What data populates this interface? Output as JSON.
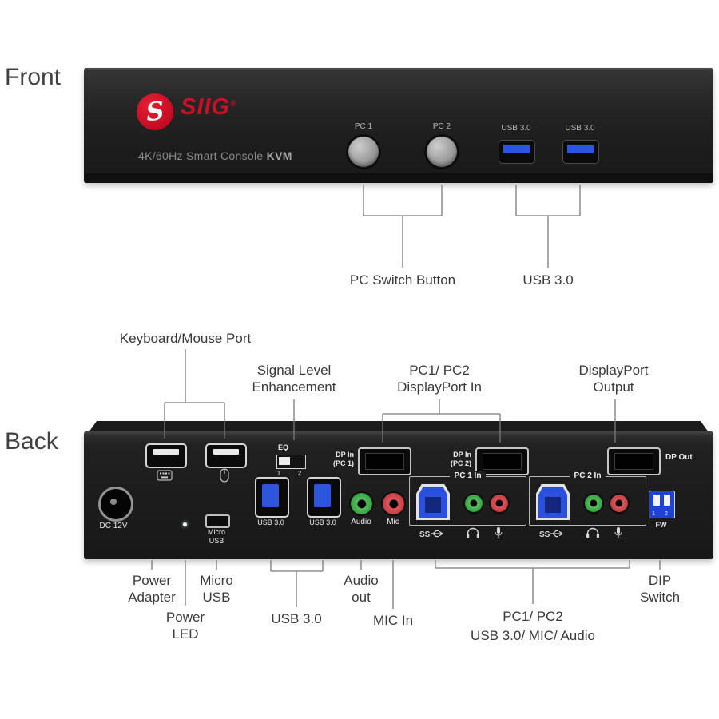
{
  "front": {
    "label": "Front",
    "brand": "SIIG",
    "brand_reg": "®",
    "tagline_text": "4K/60Hz Smart Console ",
    "tagline_bold": "KVM",
    "pc1_label": "PC 1",
    "pc2_label": "PC 2",
    "usb_label_1": "USB 3.0",
    "usb_label_2": "USB 3.0",
    "callout_pc_switch": "PC Switch Button",
    "callout_usb": "USB 3.0"
  },
  "back": {
    "label": "Back",
    "callout_keyboard_mouse": "Keyboard/Mouse Port",
    "callout_signal": "Signal Level\nEnhancement",
    "callout_dp_in": "PC1/ PC2\nDisplayPort In",
    "callout_dp_out": "DisplayPort\nOutput",
    "callout_power_adapter": "Power\nAdapter",
    "callout_micro_usb": "Micro\nUSB",
    "callout_power_led": "Power\nLED",
    "callout_usb30": "USB 3.0",
    "callout_audio_out": "Audio\nout",
    "callout_mic_in": "MIC In",
    "callout_pc_combo": "PC1/ PC2\nUSB 3.0/ MIC/ Audio",
    "callout_dip": "DIP\nSwitch",
    "panel": {
      "eq": "EQ",
      "eq_n1": "1",
      "eq_n2": "2",
      "dp_in_pc1": "DP In\n(PC 1)",
      "dp_in_pc2": "DP In\n(PC 2)",
      "dp_out": "DP Out",
      "dc12v": "DC 12V",
      "micro_usb": "Micro\nUSB",
      "usb30_a": "USB 3.0",
      "usb30_b": "USB 3.0",
      "audio": "Audio",
      "mic": "Mic",
      "pc1_in": "PC 1 In",
      "pc2_in": "PC 2 In",
      "dip_nums": "1 2",
      "fw": "FW"
    }
  },
  "colors": {
    "brand_red": "#c81026",
    "usb_blue": "#2d55de",
    "audio_green": "#2e9e3e",
    "mic_red": "#c03a40",
    "dip_blue": "#1e41d6",
    "panel_black": "#1e1e1e"
  }
}
